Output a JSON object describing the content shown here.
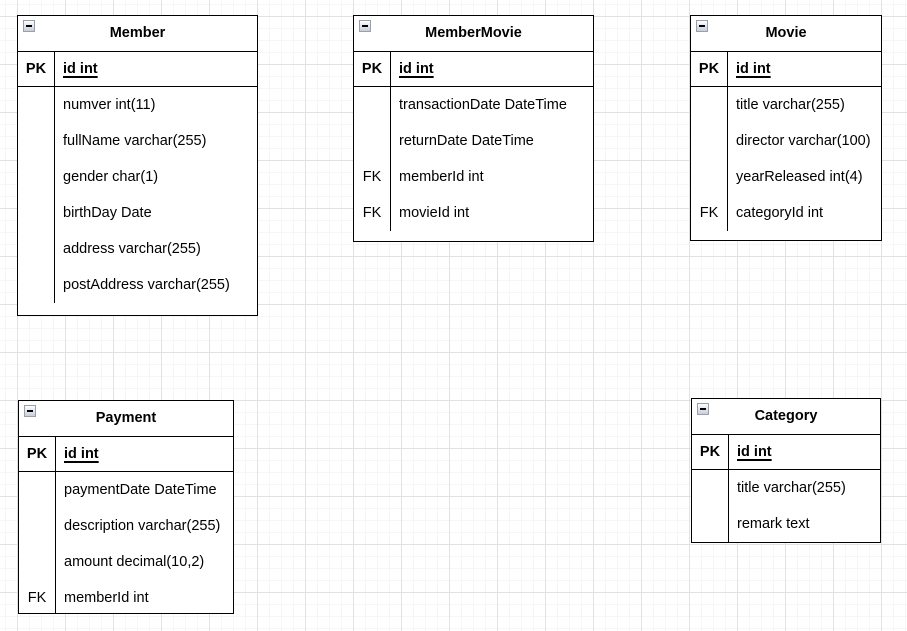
{
  "canvas": {
    "background_color": "#ffffff",
    "grid_minor_color": "#f6f6f6",
    "grid_major_color": "#e2e2e2",
    "stroke_color": "#000000"
  },
  "diagram": {
    "pk_label": "PK",
    "fk_label": "FK",
    "tables": [
      {
        "title": "Member",
        "collapse_icon": "minus",
        "pk": {
          "key": "PK",
          "field": "id int"
        },
        "rows": [
          {
            "key": "",
            "field": "numver int(11)"
          },
          {
            "key": "",
            "field": "fullName varchar(255)"
          },
          {
            "key": "",
            "field": "gender char(1)"
          },
          {
            "key": "",
            "field": "birthDay Date"
          },
          {
            "key": "",
            "field": "address varchar(255)"
          },
          {
            "key": "",
            "field": "postAddress varchar(255)"
          }
        ]
      },
      {
        "title": "MemberMovie",
        "collapse_icon": "minus",
        "pk": {
          "key": "PK",
          "field": "id int"
        },
        "rows": [
          {
            "key": "",
            "field": "transactionDate DateTime"
          },
          {
            "key": "",
            "field": "returnDate DateTime"
          },
          {
            "key": "FK",
            "field": "memberId int"
          },
          {
            "key": "FK",
            "field": "movieId int"
          }
        ]
      },
      {
        "title": "Movie",
        "collapse_icon": "minus",
        "pk": {
          "key": "PK",
          "field": "id int"
        },
        "rows": [
          {
            "key": "",
            "field": "title varchar(255)"
          },
          {
            "key": "",
            "field": "director varchar(100)"
          },
          {
            "key": "",
            "field": "yearReleased int(4)"
          },
          {
            "key": "FK",
            "field": "categoryId int"
          }
        ]
      },
      {
        "title": "Payment",
        "collapse_icon": "minus",
        "pk": {
          "key": "PK",
          "field": "id int"
        },
        "rows": [
          {
            "key": "",
            "field": "paymentDate DateTime"
          },
          {
            "key": "",
            "field": "description varchar(255)"
          },
          {
            "key": "",
            "field": "amount decimal(10,2)"
          },
          {
            "key": "FK",
            "field": "memberId int"
          }
        ]
      },
      {
        "title": "Category",
        "collapse_icon": "minus",
        "pk": {
          "key": "PK",
          "field": "id int"
        },
        "rows": [
          {
            "key": "",
            "field": "title varchar(255)"
          },
          {
            "key": "",
            "field": "remark text"
          }
        ]
      }
    ]
  }
}
